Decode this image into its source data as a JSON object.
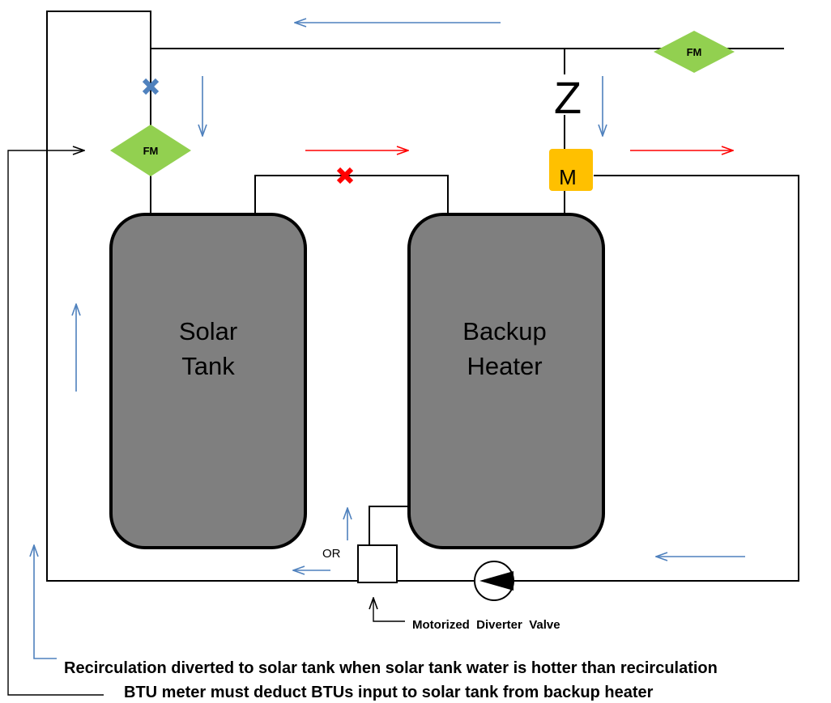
{
  "tanks": {
    "solar": {
      "line1": "Solar",
      "line2": "Tank"
    },
    "backup": {
      "line1": "Backup",
      "line2": "Heater"
    }
  },
  "flow_meters": {
    "top_right_label": "FM",
    "left_label": "FM"
  },
  "motor_label": "M",
  "check_valve_label": "Z",
  "or_label": "OR",
  "diverter_valve_label": "Motorized  Diverter  Valve",
  "captions": {
    "line1": "Recirculation diverted to solar tank when solar tank water is hotter than recirculation",
    "line2": "BTU meter must deduct BTUs input to solar tank from backup heater"
  },
  "colors": {
    "tank_fill": "#7f7f7f",
    "flow_meter_fill": "#92d050",
    "motor_fill": "#ffc000",
    "blue_arrow": "#4f81bd",
    "red_arrow": "#ff0000",
    "blue_x": "#4f81bd",
    "red_x": "#ff0000"
  }
}
